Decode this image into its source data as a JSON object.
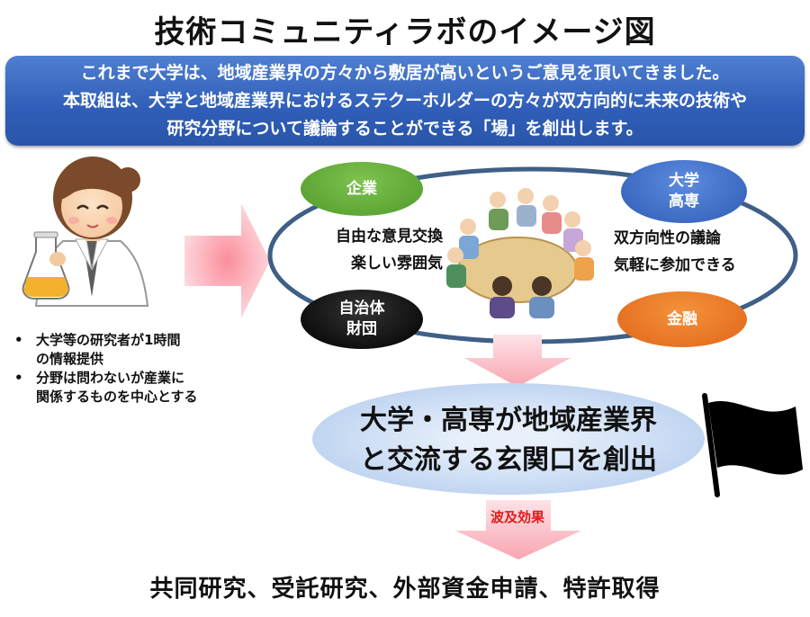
{
  "title": "技術コミュニティラボのイメージ図",
  "intro": {
    "lines": [
      "これまで大学は、地域産業界の方々から敷居が高いというご意見を頂いてきました。",
      "本取組は、大学と地域産業界におけるステクーホルダーの方々が双方向的に未来の技術や",
      "研究分野について議論することができる「場」を創出します。"
    ]
  },
  "researcher": {
    "bullets": [
      [
        "大学等の研究者が1時間",
        "の情報提供"
      ],
      [
        "分野は問わないが産業に",
        "関係するものを中心とする"
      ]
    ]
  },
  "diagram": {
    "nodes": {
      "company": [
        "企業"
      ],
      "university": [
        "大学",
        "高専"
      ],
      "government": [
        "自治体",
        "財団"
      ],
      "finance": [
        "金融"
      ]
    },
    "left_text": [
      "自由な意見交換",
      "楽しい雰囲気"
    ],
    "right_text": [
      "双方向性の議論",
      "気軽に参加できる"
    ]
  },
  "outcome": [
    "大学・高専が地域産業界",
    "と交流する玄関口を創出"
  ],
  "ripple_label": "波及効果",
  "results": "共同研究、受託研究、外部資金申請、特許取得",
  "colors": {
    "banner": "#2f5db8",
    "company": "#5aa632",
    "university": "#3a67c4",
    "government": "#000000",
    "finance": "#ea7424",
    "arrow": "#f8a6b0",
    "ripple": "#e01a1a"
  }
}
